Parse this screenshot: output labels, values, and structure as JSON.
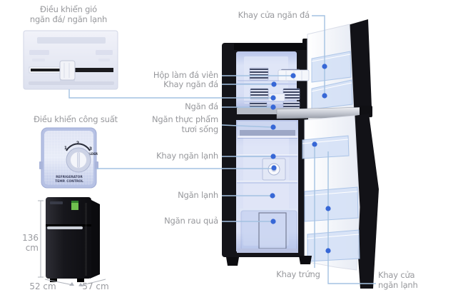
{
  "callouts": {
    "air_control_label": "Điều khiển gió\nngăn đá/ ngăn lạnh",
    "power_control_label": "Điều khiển công suất",
    "freezer_door_tray": "Khay cửa ngăn đá",
    "ice_cube_box": "Hộp làm đá viên",
    "freezer_tray": "Khay ngăn đá",
    "freezer_compartment": "Ngăn đá",
    "fresh_food_compartment": "Ngăn thực phẩm\ntươi sống",
    "fridge_tray": "Khay ngăn lạnh",
    "fridge_compartment": "Ngăn lạnh",
    "vegetable_drawer": "Ngăn rau quả",
    "egg_tray": "Khay trứng",
    "fridge_door_tray": "Khay cửa\nngăn lạnh"
  },
  "dimensions": {
    "height": "136 cm",
    "width": "52 cm",
    "depth": "57 cm"
  },
  "temp_dial": {
    "mark_1": "1",
    "mark_2": "2",
    "mark_3": "3",
    "colder": "COLDER",
    "caption_line1": "REFRIGERATOR",
    "caption_line2": "TEMP. CONTROL"
  },
  "colors": {
    "callout_dot": "#3767d6",
    "callout_line": "#a4c2e2",
    "label_text": "#97989c",
    "interior_blue": "#ccd5f0",
    "cabinet_black": "#141419",
    "energy_label_green": "#6fbf4e"
  }
}
